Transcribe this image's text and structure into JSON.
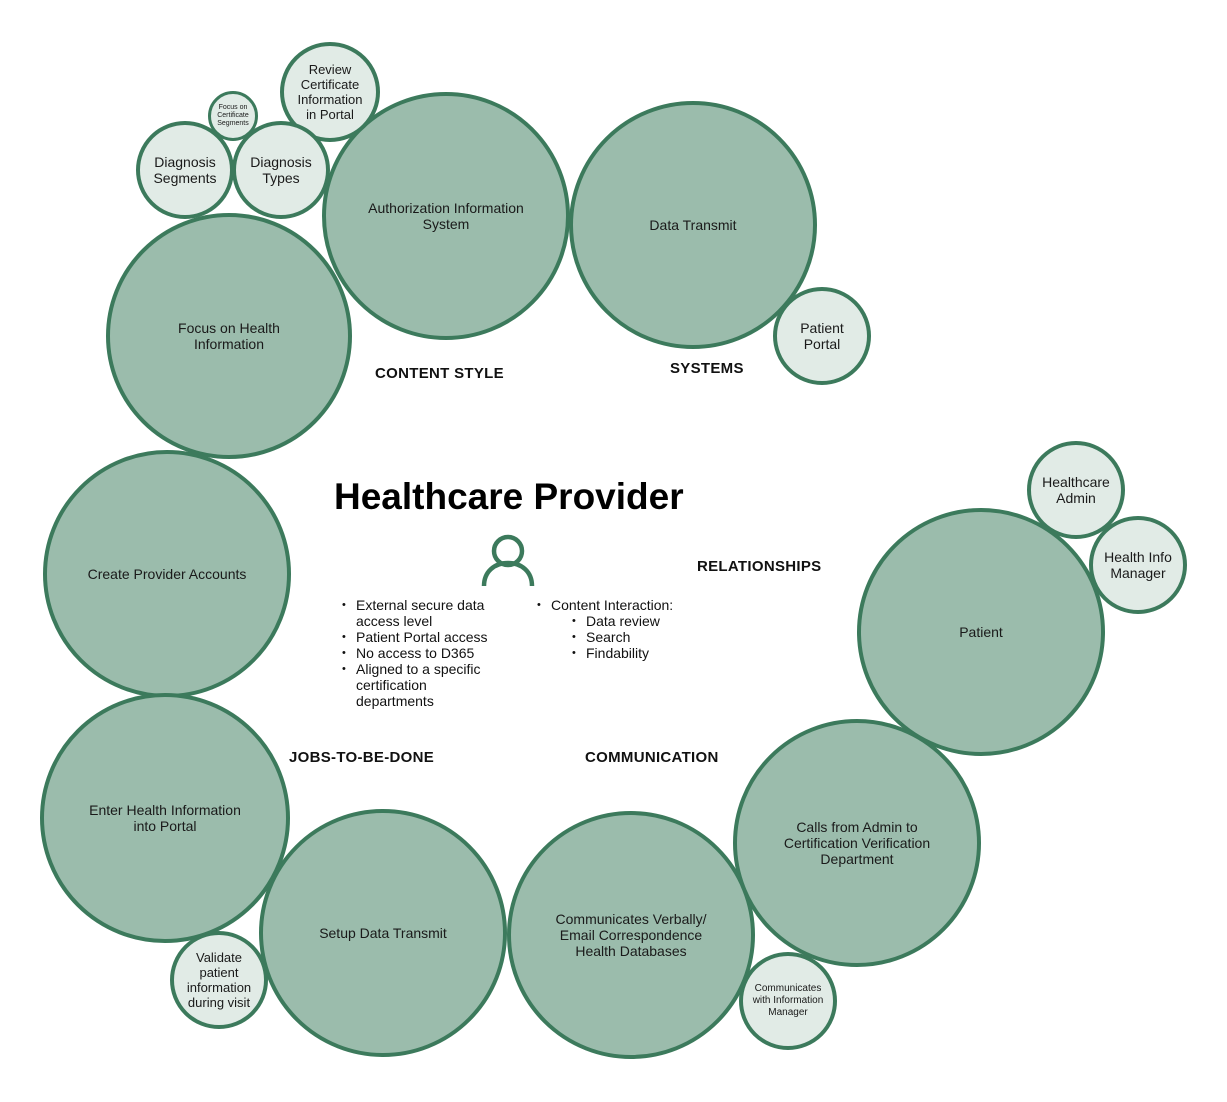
{
  "title": "Healthcare Provider",
  "icon": "person-icon",
  "accent_color": "#3c7a5c",
  "fill_color": "#9bbcac",
  "light_fill_color": "#e1ebe6",
  "sections": {
    "content_style": "CONTENT STYLE",
    "systems": "SYSTEMS",
    "relationships": "RELATIONSHIPS",
    "jobs": "JOBS-TO-BE-DONE",
    "communication": "COMMUNICATION"
  },
  "attributes_left": [
    "External secure data access level",
    "Patient Portal access",
    "No access to D365",
    "Aligned to a specific certification departments"
  ],
  "attributes_right": {
    "label": "Content Interaction:",
    "items": [
      "Data review",
      "Search",
      "Findability"
    ]
  },
  "bubbles": {
    "focus_health_info": "Focus on Health Information",
    "auth_info_system": "Authorization Information System",
    "data_transmit": "Data Transmit",
    "patient_portal": "Patient Portal",
    "review_certificate": "Review Certificate Information in Portal",
    "focus_certificate_segments": "Focus on Certificate Segments",
    "diagnosis_segments": "Diagnosis Segments",
    "diagnosis_types": "Diagnosis Types",
    "create_provider_accounts": "Create Provider Accounts",
    "enter_health_info": "Enter Health Information into Portal",
    "validate_patient_info": "Validate patient information during visit",
    "setup_data_transmit": "Setup Data Transmit",
    "communicates_verbally": "Communicates Verbally/ Email Correspondence Health Databases",
    "communicates_info_manager": "Communicates with Information Manager",
    "calls_from_admin": "Calls from Admin to Certification Verification Department",
    "patient": "Patient",
    "healthcare_admin": "Healthcare Admin",
    "health_info_manager": "Health Info Manager"
  }
}
